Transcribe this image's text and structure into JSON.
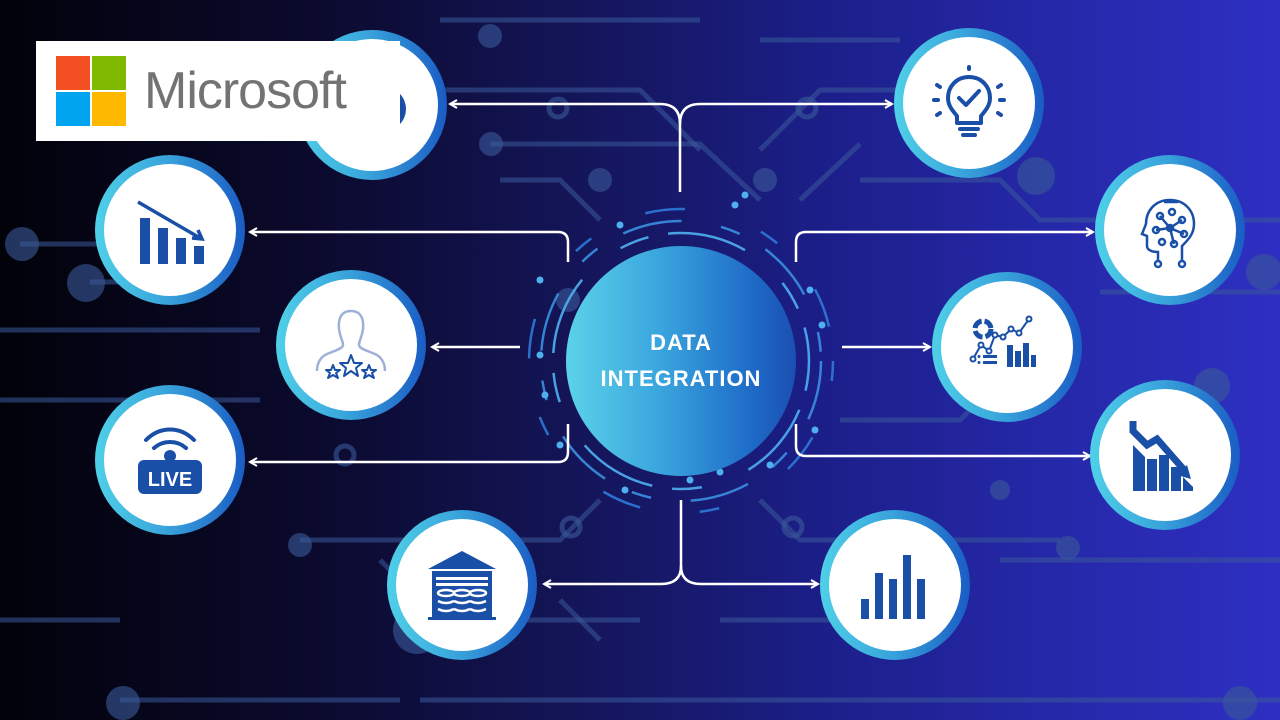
{
  "brand": {
    "name": "Microsoft",
    "squares": [
      "#f25022",
      "#7fba00",
      "#00a4ef",
      "#ffb900"
    ]
  },
  "hub": {
    "line1": "DATA",
    "line2": "INTEGRATION"
  },
  "nodes": [
    {
      "id": "top-left",
      "icon": "partial-circle-icon",
      "side": "left"
    },
    {
      "id": "top-right",
      "icon": "lightbulb-check-icon",
      "side": "right"
    },
    {
      "id": "upper-left",
      "icon": "bar-chart-decline-icon",
      "side": "left"
    },
    {
      "id": "upper-right",
      "icon": "ai-brain-head-icon",
      "side": "right"
    },
    {
      "id": "mid-left",
      "icon": "user-rating-stars-icon",
      "side": "left"
    },
    {
      "id": "mid-right",
      "icon": "analytics-dashboard-icon",
      "side": "right"
    },
    {
      "id": "lower-left",
      "icon": "live-broadcast-icon",
      "side": "left",
      "label": "LIVE"
    },
    {
      "id": "lower-right",
      "icon": "downtrend-chart-icon",
      "side": "right"
    },
    {
      "id": "bottom-left",
      "icon": "data-warehouse-icon",
      "side": "left"
    },
    {
      "id": "bottom-right",
      "icon": "bar-chart-icon",
      "side": "right"
    }
  ],
  "colors": {
    "icon_blue": "#1a4fa8",
    "ring_light": "#4fd0e8",
    "ring_dark": "#1a5cc4",
    "connector": "#ffffff",
    "circuit": "#3a5ea8",
    "bg_left": "#02020a",
    "bg_right": "#2e2fc2"
  }
}
